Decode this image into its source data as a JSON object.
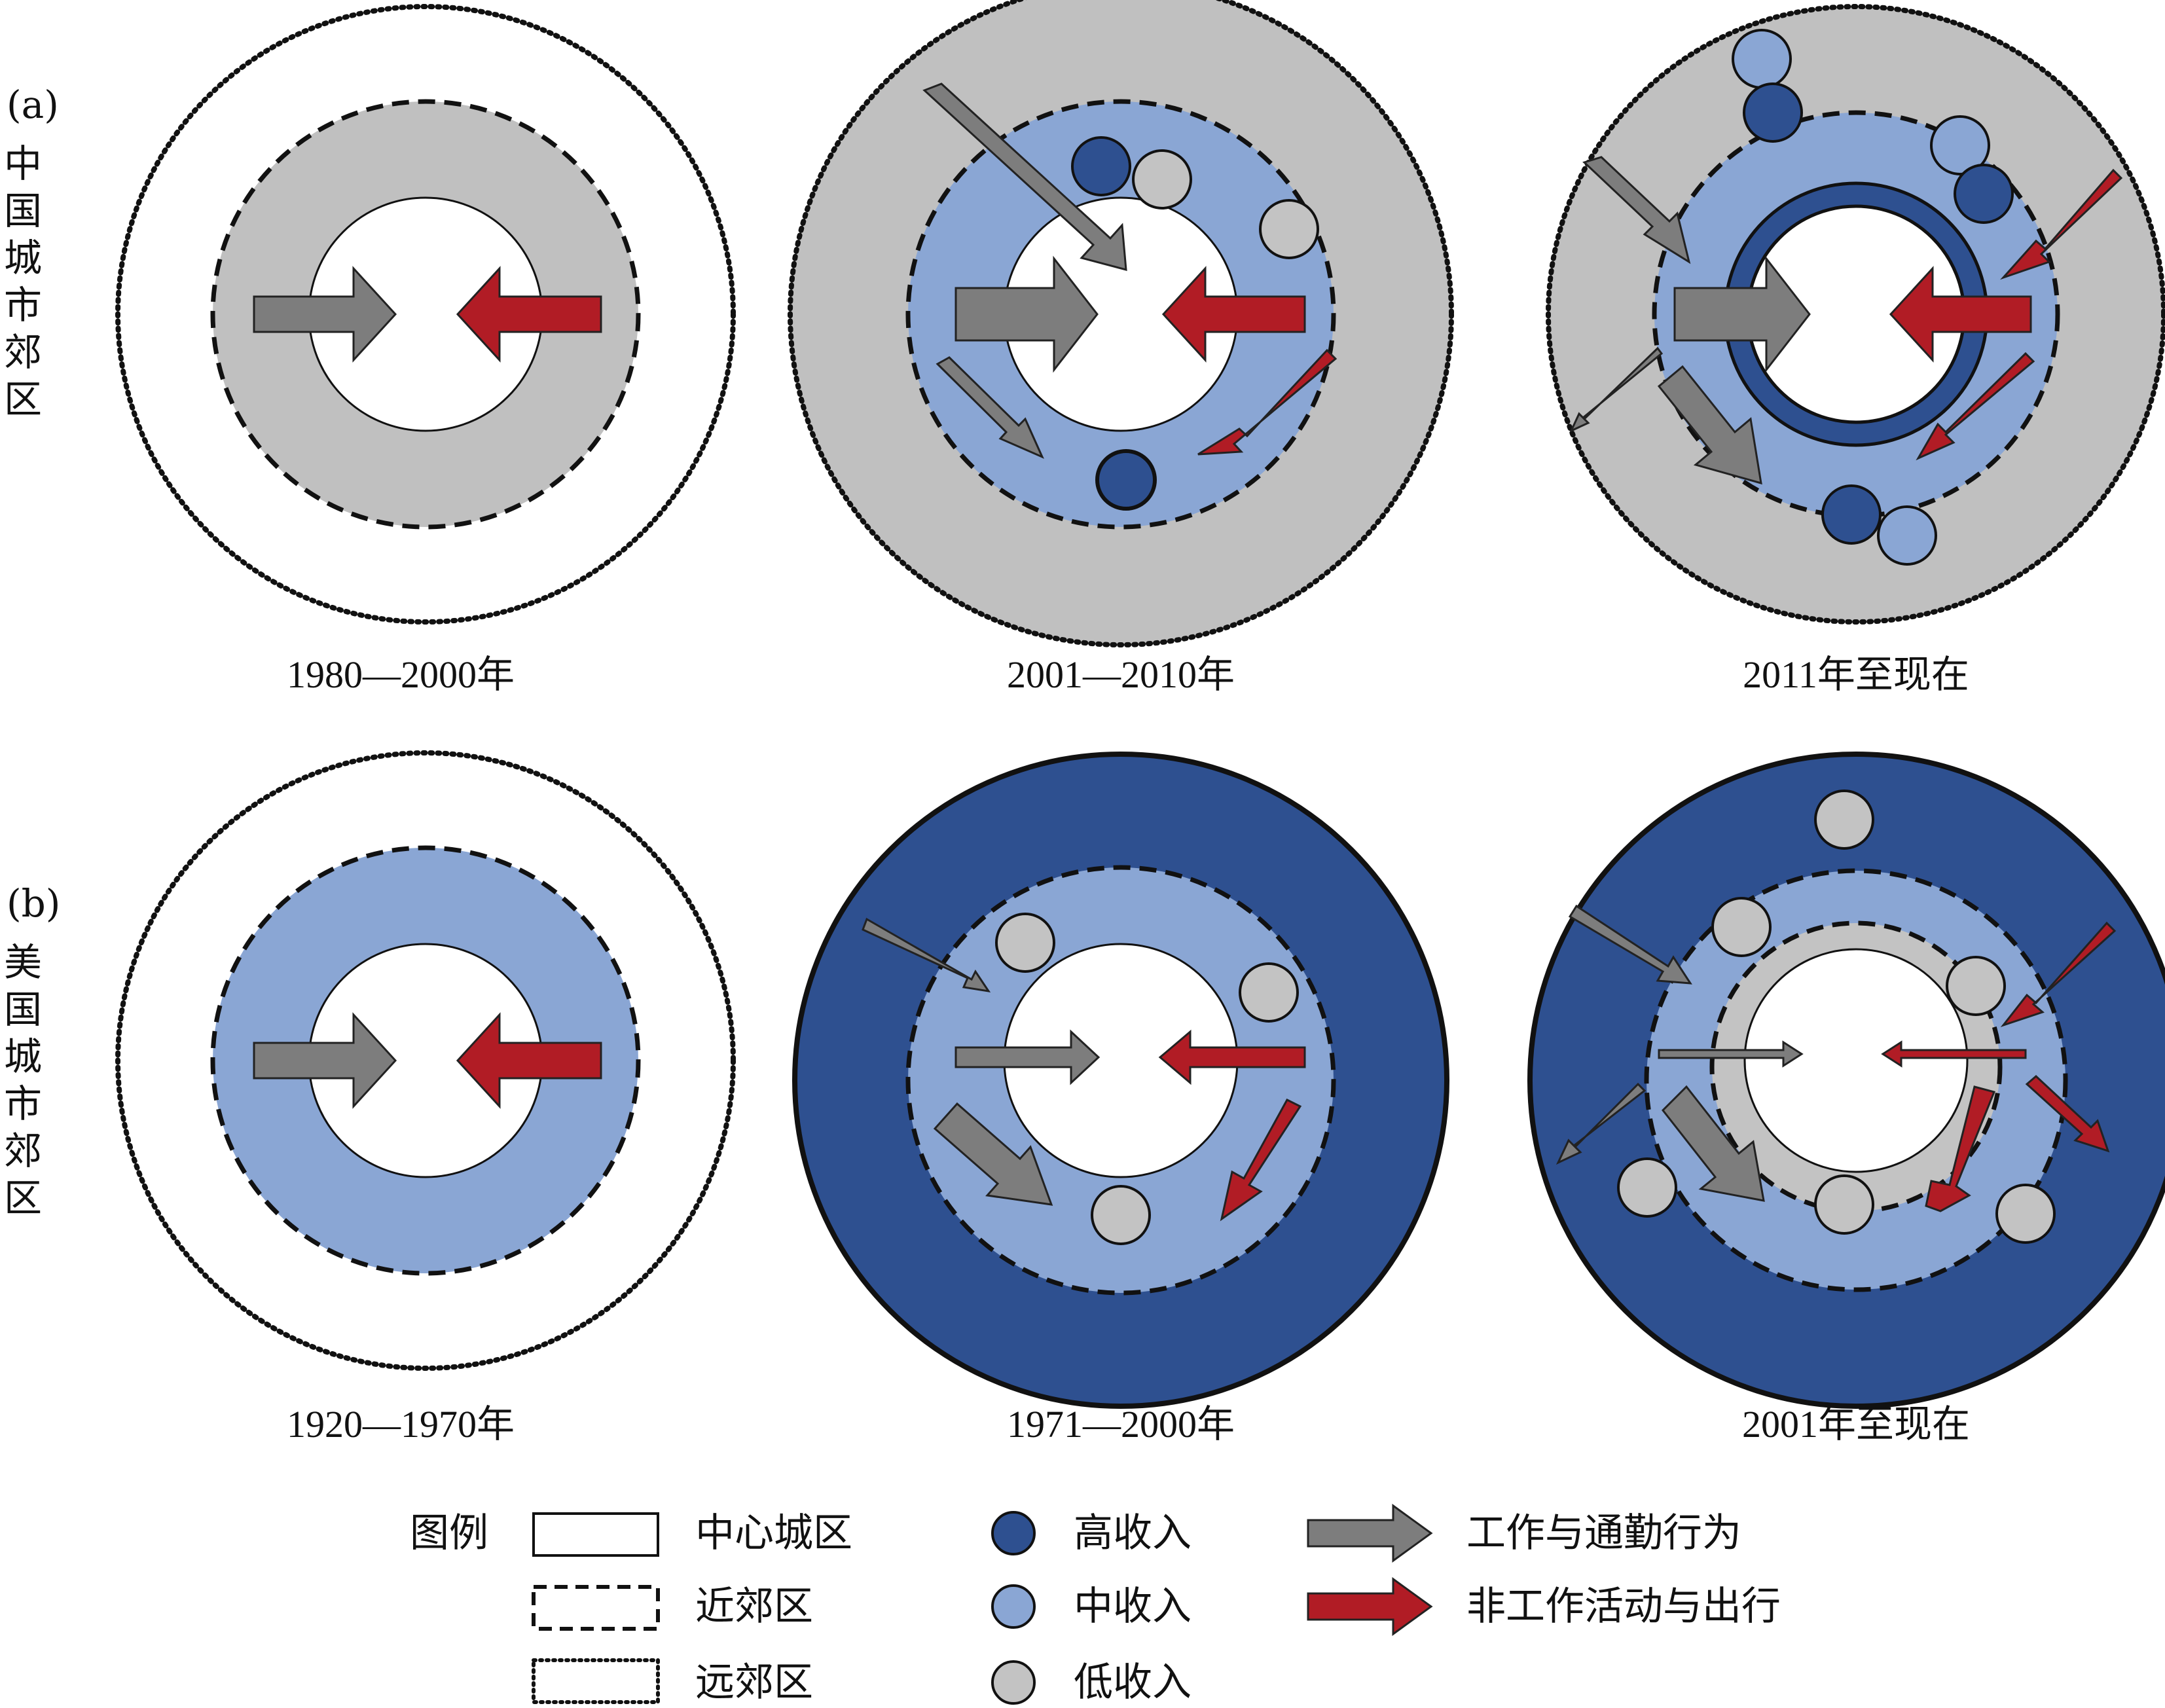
{
  "rows": [
    {
      "letter": "(a)",
      "chars": [
        "中",
        "国",
        "城",
        "市",
        "郊",
        "区"
      ],
      "periods": [
        "1980—2000年",
        "2001—2010年",
        "2011年至现在"
      ]
    },
    {
      "letter": "(b)",
      "chars": [
        "美",
        "国",
        "城",
        "市",
        "郊",
        "区"
      ],
      "periods": [
        "1920—1970年",
        "1971—2000年",
        "2001年至现在"
      ]
    }
  ],
  "legend": {
    "title": "图例",
    "zones": [
      "中心城区",
      "近郊区",
      "远郊区"
    ],
    "incomes": [
      "高收入",
      "中收入",
      "低收入"
    ],
    "flows": [
      "工作与通勤行为",
      "非工作活动与出行"
    ]
  },
  "colors": {
    "high_income": "#2e5090",
    "mid_income": "#8aa6d4",
    "low_income": "#c3c3c3",
    "suburb_gray": "#c0c0c0",
    "work_arrow": "#7d7d7d",
    "nonwork_arrow": "#b11c25"
  }
}
